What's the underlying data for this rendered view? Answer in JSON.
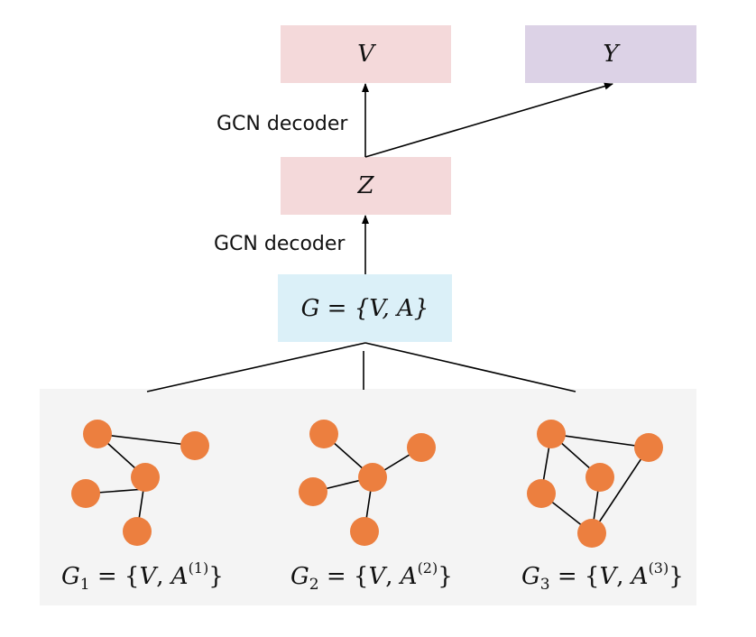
{
  "boxes": {
    "v": {
      "label": "V",
      "color": "#f4d9da"
    },
    "y": {
      "label": "Y",
      "color": "#dcd2e6"
    },
    "z": {
      "label": "Z",
      "color": "#f4d9da"
    },
    "g": {
      "label": "G = {V, A}",
      "color": "#dbf0f8"
    }
  },
  "edge_labels": {
    "upper": "GCN decoder",
    "lower": "GCN decoder"
  },
  "panel": {
    "color": "#f4f4f4"
  },
  "node_color": "#ec7f3f",
  "graphs": [
    {
      "symbol": "G",
      "index": "1",
      "equals": "= {",
      "v": "V",
      "comma": ",",
      "a": "A",
      "power": "(1)",
      "close": "}"
    },
    {
      "symbol": "G",
      "index": "2",
      "equals": "= {",
      "v": "V",
      "comma": ",",
      "a": "A",
      "power": "(2)",
      "close": "}"
    },
    {
      "symbol": "G",
      "index": "3",
      "equals": "= {",
      "v": "V",
      "comma": ",",
      "a": "A",
      "power": "(3)",
      "close": "}"
    }
  ]
}
